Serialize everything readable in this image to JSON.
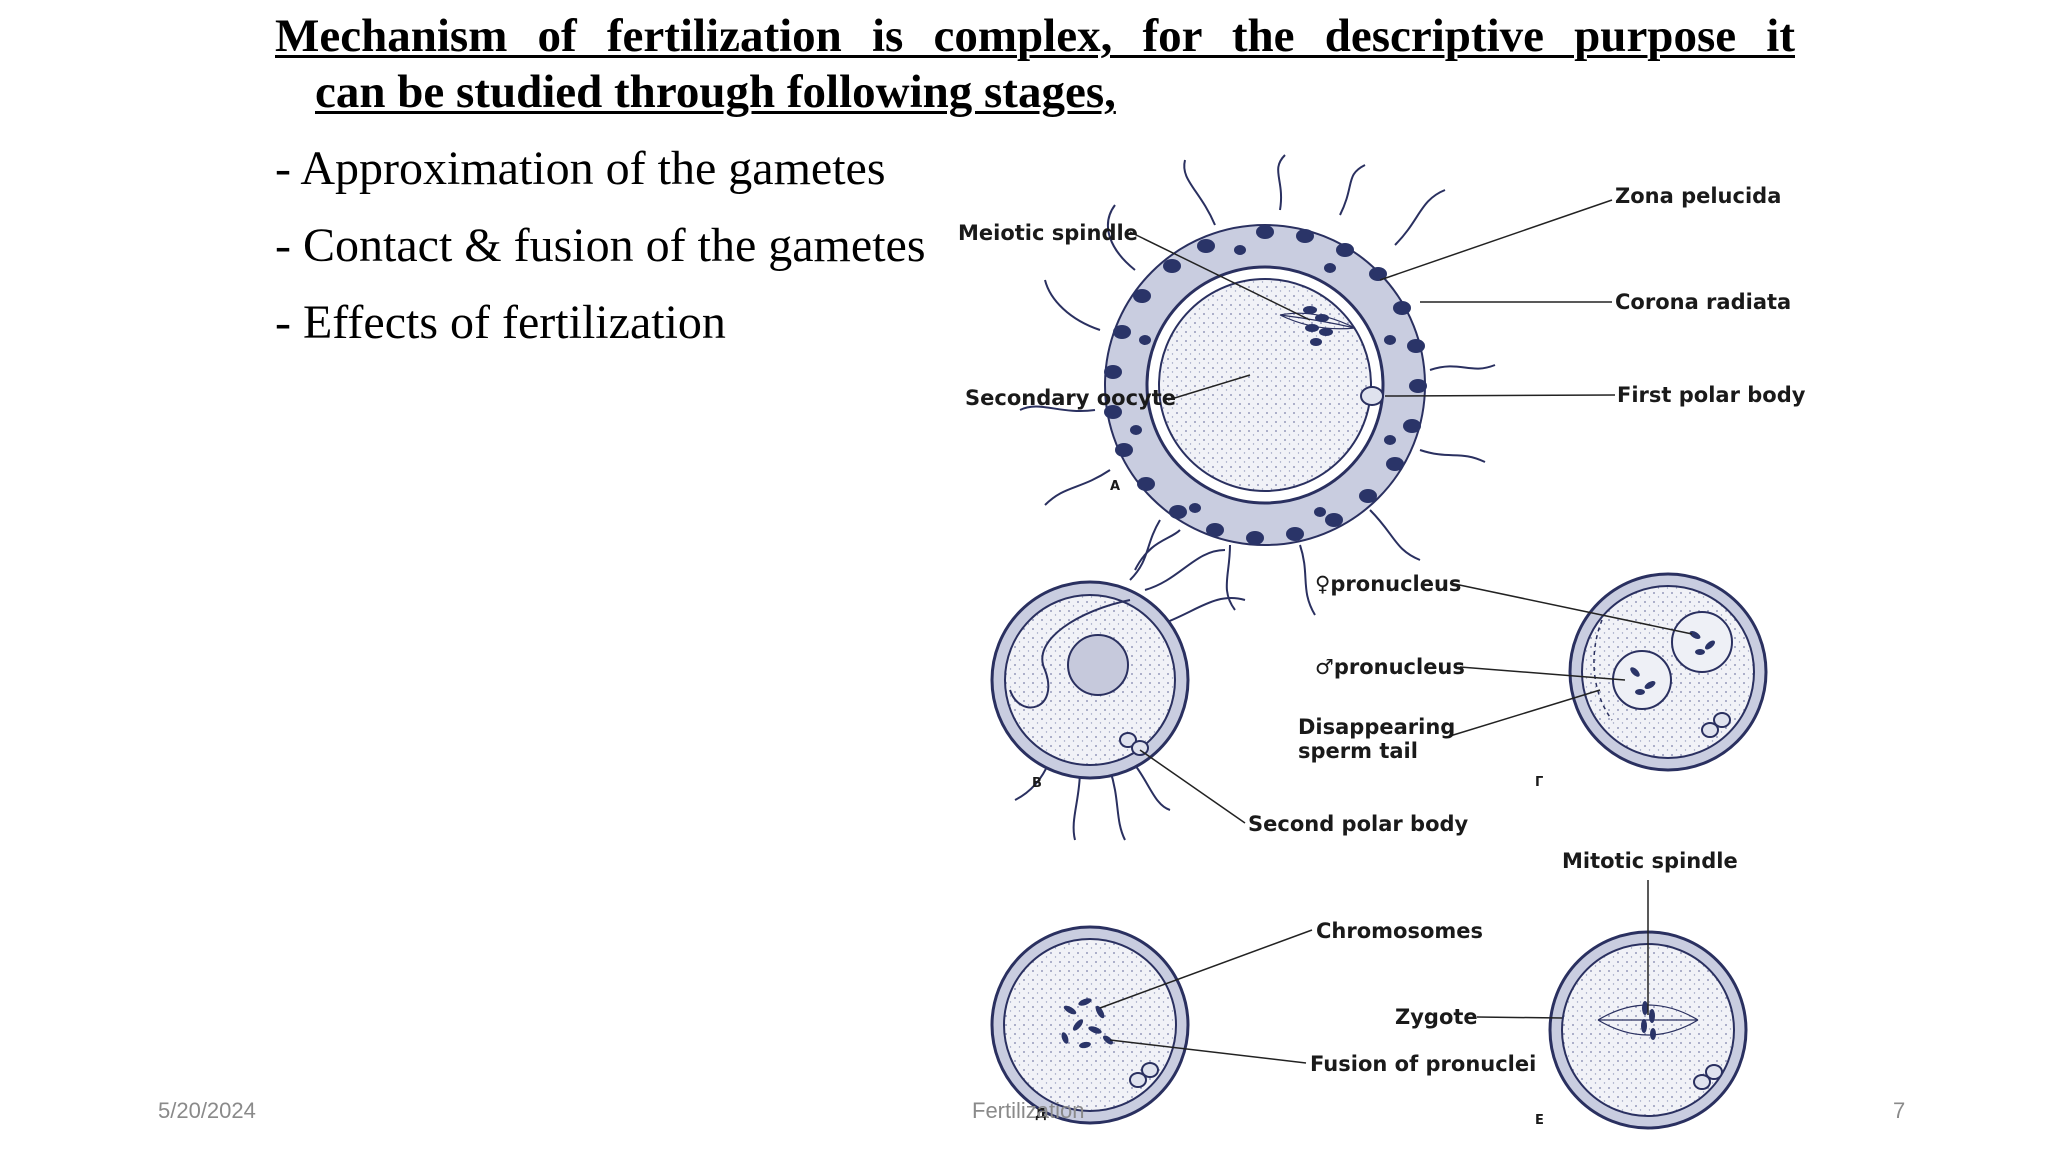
{
  "slide": {
    "title_line1": "Mechanism of fertilization is complex, for the descriptive purpose it",
    "title_line2": "can be studied through following stages,",
    "bullets": [
      "- Approximation of the gametes",
      "- Contact & fusion of the gametes",
      "- Effects of fertilization"
    ]
  },
  "figure": {
    "labels": {
      "meiotic_spindle": "Meiotic spindle",
      "zona_pelucida": "Zona pelucida",
      "corona_radiata": "Corona radiata",
      "secondary_oocyte": "Secondary oocyte",
      "first_polar_body": "First polar body",
      "female_pronucleus": "♀pronucleus",
      "male_pronucleus": "♂pronucleus",
      "disappearing_line1": "Disappearing",
      "disappearing_line2": "sperm tail",
      "second_polar_body": "Second polar body",
      "mitotic_spindle": "Mitotic spindle",
      "chromosomes": "Chromosomes",
      "zygote": "Zygote",
      "fusion_of_pronuclei": "Fusion of pronuclei"
    },
    "panel_letters": {
      "a": "A",
      "b": "B",
      "g": "Г",
      "d": "Д",
      "e": "E"
    }
  },
  "footer": {
    "date": "5/20/2024",
    "center": "Fertilization",
    "page": "7"
  },
  "colors": {
    "ink": "#1f2a5a",
    "cell_fill": "#eef0f6",
    "text": "#000000",
    "footer": "#8a8a8a"
  }
}
